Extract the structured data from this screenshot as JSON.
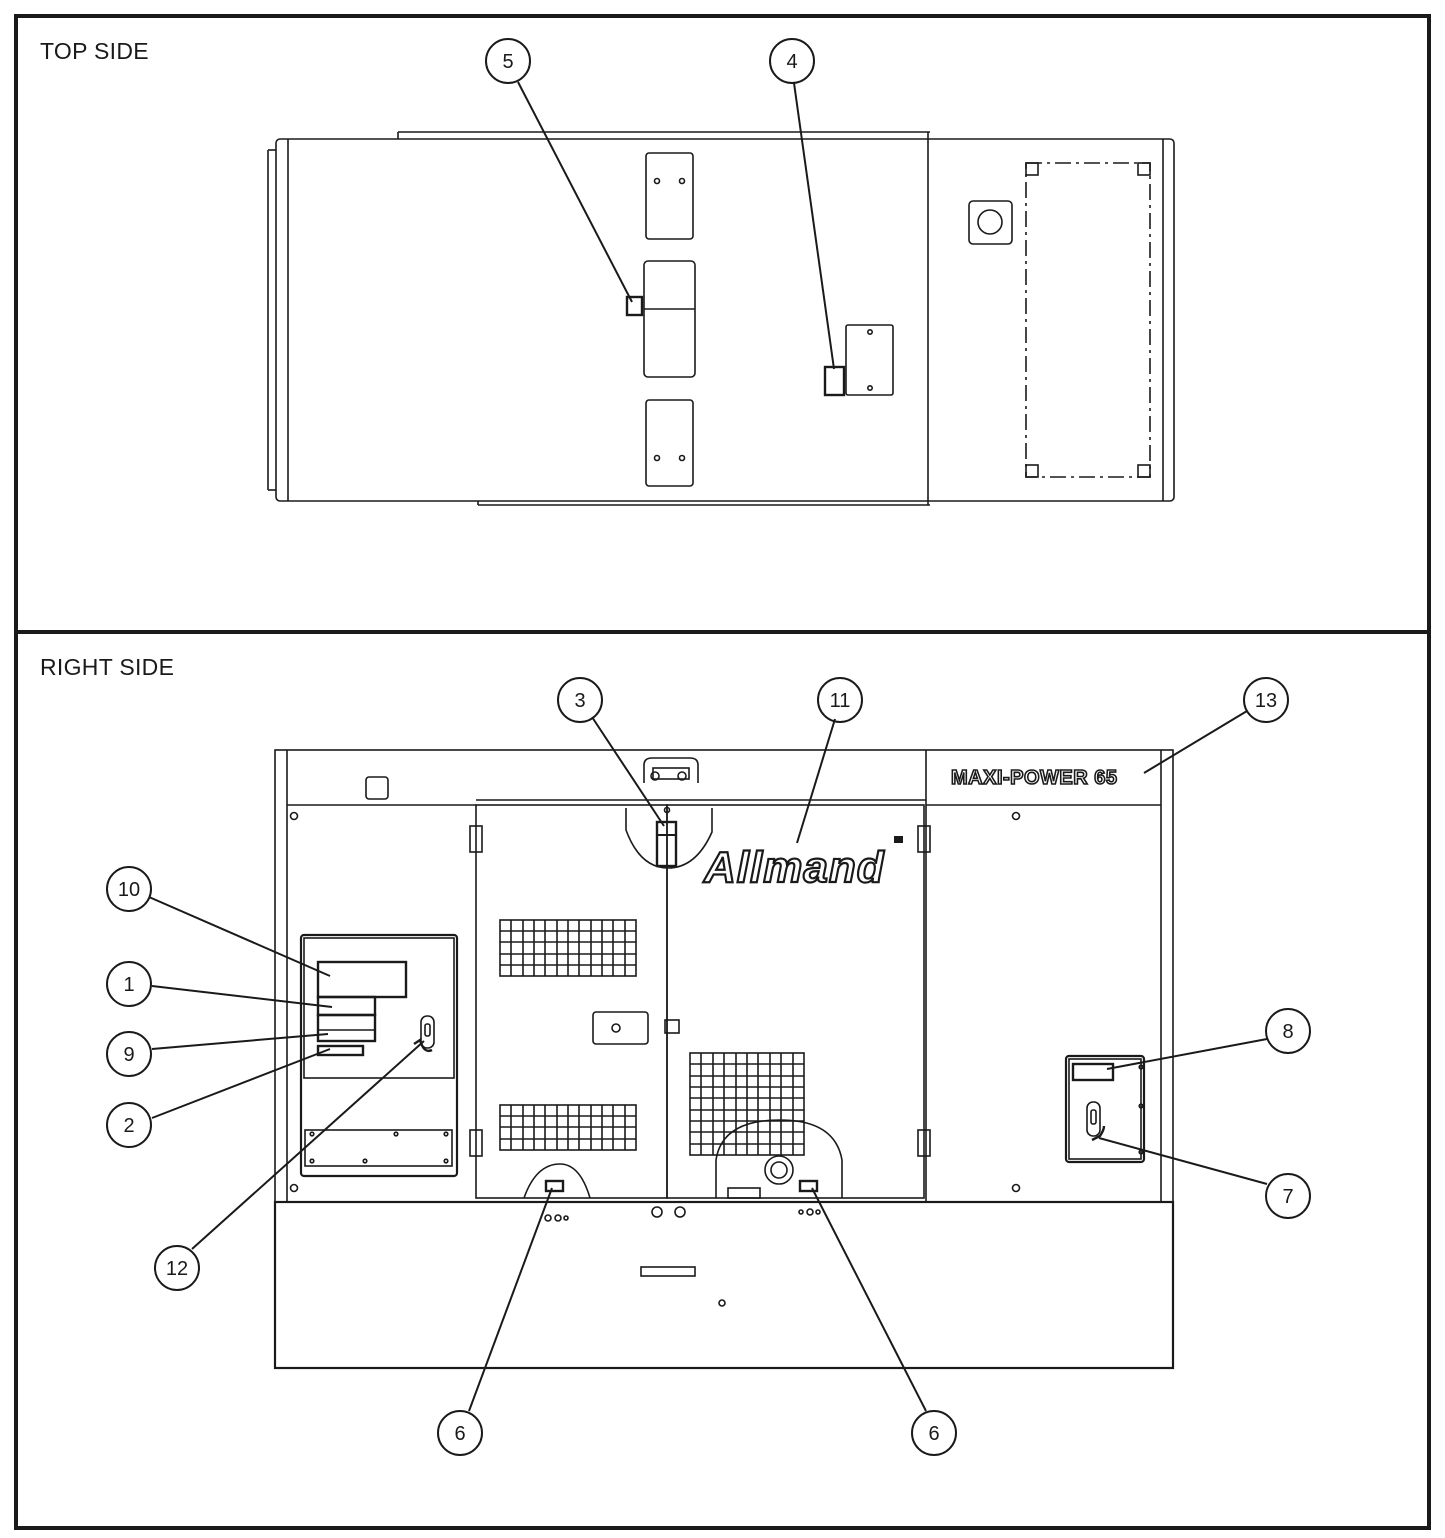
{
  "panels": {
    "top": {
      "title": "TOP SIDE"
    },
    "right": {
      "title": "RIGHT SIDE"
    }
  },
  "labels": {
    "model": "MAXI-POWER 65",
    "brand": "Allmand"
  },
  "callouts": {
    "c5": "5",
    "c4": "4",
    "c3": "3",
    "c11": "11",
    "c13": "13",
    "c10": "10",
    "c1": "1",
    "c9": "9",
    "c2": "2",
    "c12": "12",
    "c8": "8",
    "c7": "7",
    "c6a": "6",
    "c6b": "6"
  },
  "colors": {
    "line": "#1a1a1a",
    "background": "#ffffff"
  }
}
